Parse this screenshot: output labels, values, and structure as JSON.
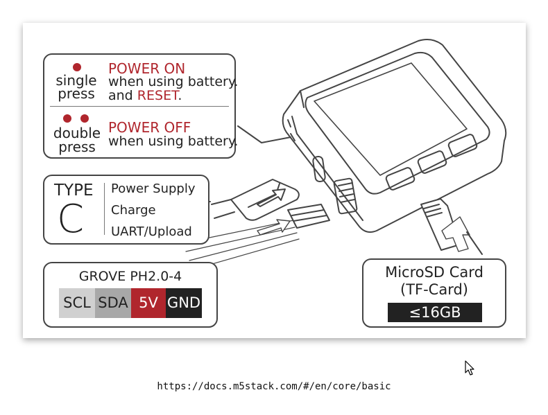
{
  "power": {
    "single_line1": "single",
    "single_line2": "press",
    "single_action": "POWER ON",
    "single_desc1": "when using battery.",
    "single_desc2_prefix": "and ",
    "single_desc2_red": "RESET",
    "single_desc2_suffix": ".",
    "double_line1": "double",
    "double_line2": "press",
    "double_action": "POWER OFF",
    "double_desc": "when using battery."
  },
  "typec": {
    "type_label": "TYPE",
    "type_letter": "C",
    "items": [
      "Power Supply",
      "Charge",
      "UART/Upload"
    ]
  },
  "grove": {
    "title": "GROVE PH2.0-4",
    "pins": [
      "SCL",
      "SDA",
      "5V",
      "GND"
    ],
    "pin_colors": [
      "#d0d0d0",
      "#a8a8a8",
      "#b0262d",
      "#222222"
    ]
  },
  "sd": {
    "title1": "MicroSD Card",
    "title2": "(TF-Card)",
    "capacity": "≤16GB"
  },
  "footer": {
    "url": "https://docs.m5stack.com/#/en/core/basic"
  }
}
